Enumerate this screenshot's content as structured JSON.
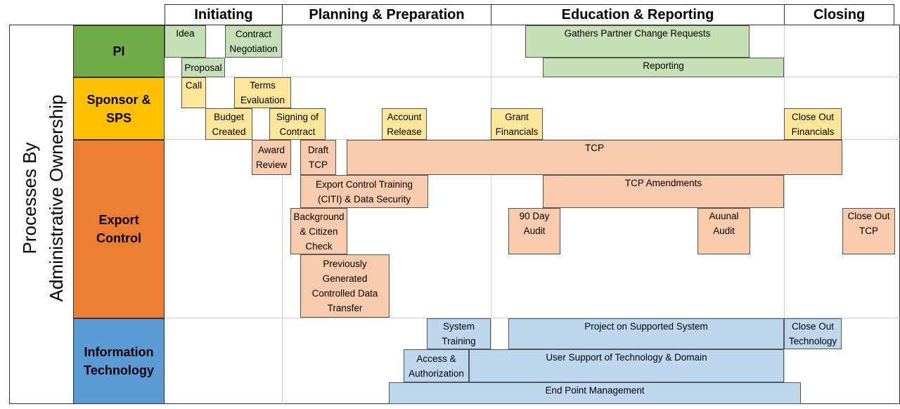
{
  "phases": [
    "Initiating",
    "Planning & Preparation",
    "Education & Reporting",
    "Closing"
  ],
  "side_label": [
    "Processes By",
    "Administrative Ownership"
  ],
  "lanes": {
    "pi": "PI",
    "sponsor": "Sponsor &\nSPS",
    "export": "Export\nControl",
    "it": "Information\nTechnology"
  },
  "colors": {
    "pi": "#70ad47",
    "sponsor": "#ffc000",
    "export": "#ed7d31",
    "it": "#5b9bd5",
    "pi_task": "#c5e0b4",
    "sponsor_task": "#ffe699",
    "export_task": "#f8cbad",
    "it_task": "#bdd7ee"
  },
  "tasks": {
    "idea": "Idea",
    "contract_negotiation": "Contract\nNegotiation",
    "proposal": "Proposal",
    "gathers_partner": "Gathers Partner Change Requests",
    "reporting": "Reporting",
    "call": "Call",
    "terms_evaluation": "Terms\nEvaluation",
    "budget_created": "Budget\nCreated",
    "signing_of_contract": "Signing of\nContract",
    "account_release": "Account\nRelease",
    "grant_financials": "Grant\nFinancials",
    "close_out_financials": "Close Out\nFinancials",
    "award_review": "Award\nReview",
    "draft_tcp": "Draft\nTCP",
    "tcp": "TCP",
    "export_training": "Export Control Training\n(CITI) & Data Security",
    "tcp_amendments": "TCP Amendments",
    "background_check": "Background\n& Citizen\nCheck",
    "audit_90": "90 Day\nAudit",
    "annual_audit": "Auunal\nAudit",
    "close_out_tcp": "Close Out\nTCP",
    "previously_generated": "Previously\nGenerated\nControlled Data\nTransfer",
    "system_training": "System\nTraining",
    "project_supported": "Project on Supported System",
    "close_out_technology": "Close Out\nTechnology",
    "access_authorization": "Access &\nAuthorization",
    "user_support": "User Support of Technology & Domain",
    "end_point": "End Point Management"
  }
}
